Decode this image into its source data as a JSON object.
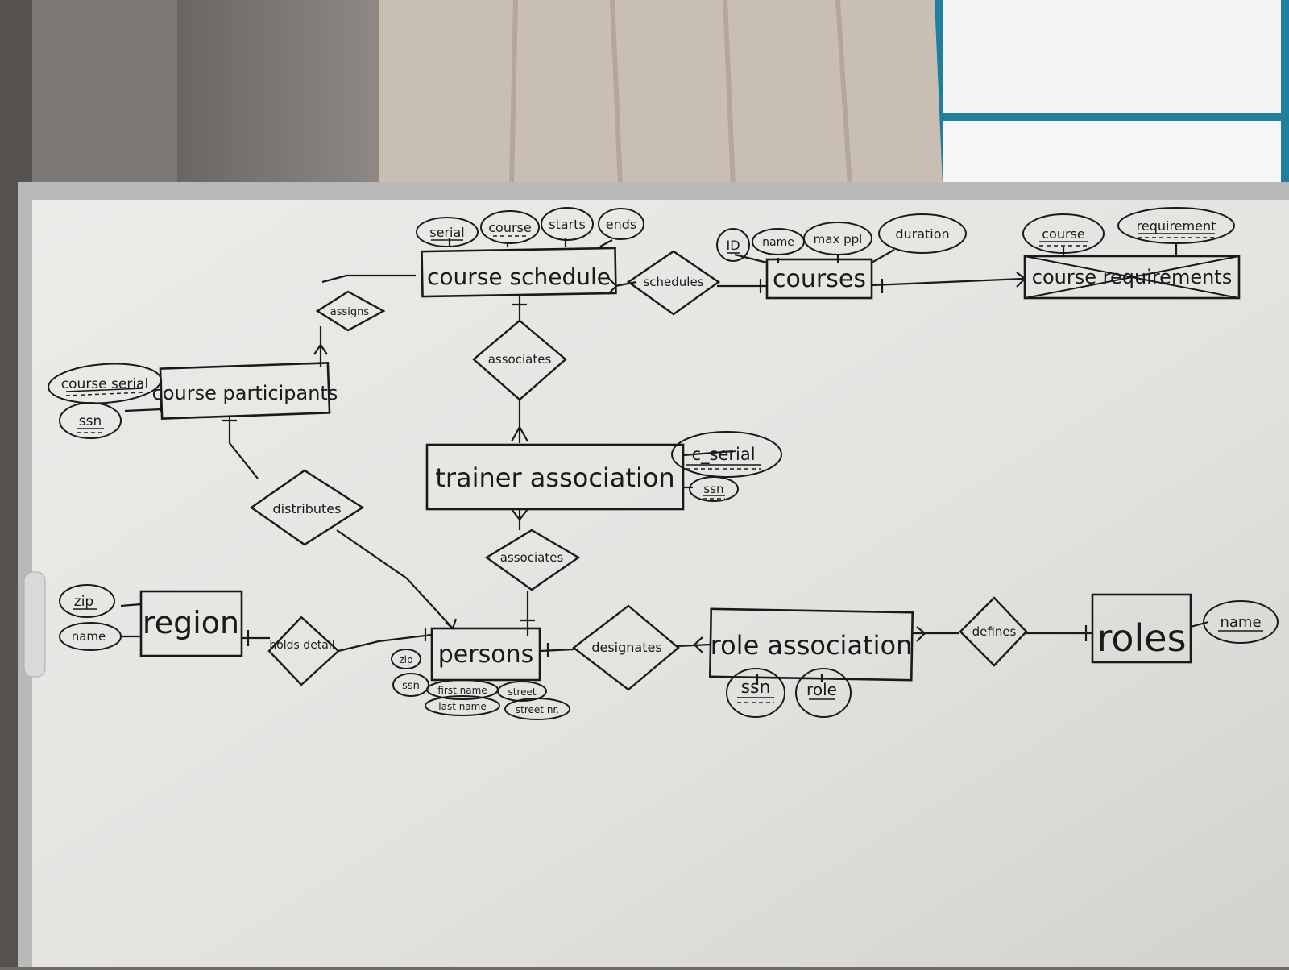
{
  "entities": {
    "course_schedule": "course schedule",
    "courses": "courses",
    "course_requirements": "course requirements",
    "course_participants": "course participants",
    "trainer_association": "trainer association",
    "region": "region",
    "persons": "persons",
    "role_association": "role association",
    "roles": "roles"
  },
  "relationships": {
    "assigns": "assigns",
    "schedules": "schedules",
    "associates_top": "associates",
    "associates_bottom": "associates",
    "distributes": "distributes",
    "holds_detail": "holds detail",
    "designates": "designates",
    "defines": "defines"
  },
  "attributes": {
    "cs_serial": "serial",
    "cs_course": "course",
    "cs_starts": "starts",
    "cs_ends": "ends",
    "c_id": "ID",
    "c_name": "name",
    "c_max_ppl": "max ppl",
    "c_duration": "duration",
    "cr_course": "course",
    "cr_requirement": "requirement",
    "cp_course_serial": "course serial",
    "cp_ssn": "ssn",
    "ta_c_serial": "c_serial",
    "ta_ssn": "ssn",
    "rg_zip": "zip",
    "rg_name": "name",
    "p_zip": "zip",
    "p_ssn": "ssn",
    "p_first_name": "first name",
    "p_last_name": "last name",
    "p_street": "street",
    "p_street_nr": "street nr.",
    "ra_ssn": "ssn",
    "ra_role": "role",
    "r_name": "name"
  }
}
